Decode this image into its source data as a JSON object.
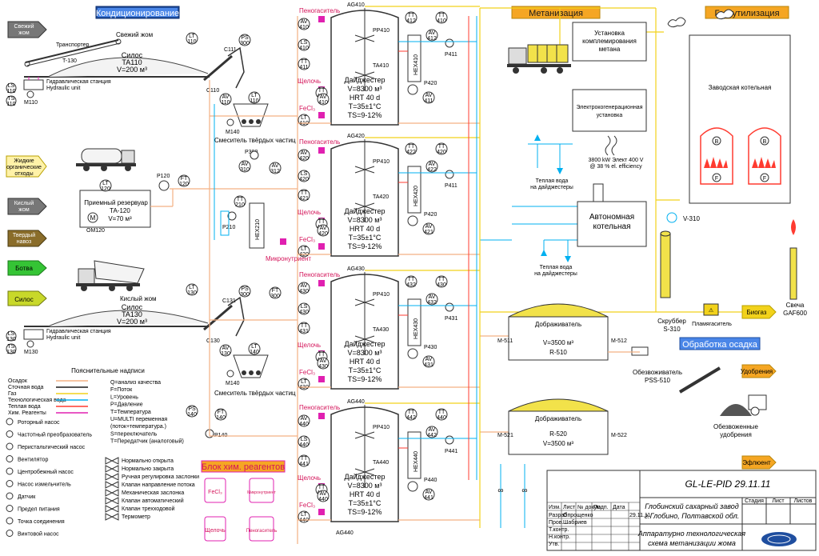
{
  "sections": {
    "conditioning": "Кондиционирование",
    "methanization": "Метанизация",
    "gas_utilization": "Газоутилизация",
    "sludge": "Обработка осадка",
    "chem_block": "Блок хим. реагентов"
  },
  "colors": {
    "sludge": "#f4b183",
    "wastewater": "#1a1a1a",
    "gas": "#f2d21b",
    "process_water": "#00b0f0",
    "warm_water": "#ff3b30",
    "chem": "#e020b0",
    "section_blue": "#1f4e9f",
    "section_orange": "#f5a623"
  },
  "inputs": [
    "Свежий жом",
    "Жидкие органические отходы",
    "Кислый жом",
    "Твердый навоз",
    "Ботва",
    "Силос"
  ],
  "left": {
    "fresh_pulp": "Свежий жом",
    "transporter": "Транспортер",
    "silo1": [
      "Силос",
      "TA110",
      "V=200 м³"
    ],
    "hydraulic1": "Гидравлическая станция",
    "hydraulic_unit1": "Hydraulic unit",
    "m110": "M110",
    "tank": [
      "Приемный резервуар",
      "TA-120",
      "V=70 м³"
    ],
    "om120": "OM120",
    "acid_pulp": "Кислый жом",
    "silo2": [
      "Силос",
      "TA130",
      "V=200 м³"
    ],
    "hydraulic2": "Гидравлическая станция",
    "hydraulic_unit2": "Hydraulic unit",
    "m130": "M130",
    "t130": "T-130",
    "mixer": "Смеситель твёрдых частиц",
    "m140": "M140",
    "c110": "C110",
    "c111": "C111",
    "c130": "C130",
    "c131": "C131",
    "p120": "P120",
    "p140": "P140",
    "p210": "P210",
    "p300": "P300",
    "hex210": "HEX210",
    "micronutrient": "Микронутриент",
    "instruments": [
      {
        "t": "LT",
        "n": "110"
      },
      {
        "t": "PS",
        "n": "300"
      },
      {
        "t": "AV",
        "n": "110"
      },
      {
        "t": "LT",
        "n": "110"
      },
      {
        "t": "LT",
        "n": "120"
      },
      {
        "t": "FT",
        "n": "120"
      },
      {
        "t": "AV",
        "n": "310"
      },
      {
        "t": "AV",
        "n": "312"
      },
      {
        "t": "TT",
        "n": "210"
      },
      {
        "t": "LT",
        "n": "130"
      },
      {
        "t": "PS",
        "n": "300"
      },
      {
        "t": "FT",
        "n": "300"
      },
      {
        "t": "AV",
        "n": "130"
      },
      {
        "t": "LT",
        "n": "140"
      },
      {
        "t": "PS",
        "n": "140"
      },
      {
        "t": "FT",
        "n": "140"
      },
      {
        "t": "LS",
        "n": "110"
      },
      {
        "t": "TS",
        "n": "110"
      },
      {
        "t": "LS",
        "n": "130"
      },
      {
        "t": "TS",
        "n": "130"
      }
    ]
  },
  "digesters": [
    {
      "tag": "TA410",
      "hex": "HEX410",
      "ag": "AG410",
      "pp": "PP410",
      "p": "P411",
      "p2": "P420",
      "tt": "412",
      "av": "412",
      "av2": "411",
      "tt2": "410",
      "name": "Дайджестер",
      "v": "V=8300 м³",
      "hrt": "HRT 40 d",
      "t": "T=35±1°C",
      "ts": "TS=9-12%",
      "foam": "Пеногаситель",
      "alkali": "Щелочь",
      "fecl": "FeCl₃",
      "i": [
        "AV\n410",
        "LS\n410",
        "TT\n411",
        "TT\n410",
        "AV\n410",
        "LT\n410"
      ]
    },
    {
      "tag": "TA420",
      "hex": "HEX420",
      "ag": "AG420",
      "pp": "PP410",
      "p": "P411",
      "p2": "P420",
      "tt": "422",
      "av": "422",
      "av2": "421",
      "tt2": "420",
      "name": "Дайджестер",
      "v": "V=8300 м³",
      "hrt": "HRT 40 d",
      "t": "T=35±1°C",
      "ts": "TS=9-12%",
      "foam": "Пеногаситель",
      "alkali": "Щелочь",
      "fecl": "FeCl₃",
      "i": [
        "AV\n420",
        "LS\n420",
        "TT\n421",
        "TT\n420",
        "AV\n420",
        "LT\n420"
      ]
    },
    {
      "tag": "TA430",
      "hex": "HEX430",
      "ag": "AG430",
      "pp": "PP410",
      "p": "P431",
      "p2": "P430",
      "tt": "432",
      "av": "432",
      "av2": "431",
      "tt2": "430",
      "name": "Дайджестер",
      "v": "V=8300 м³",
      "hrt": "HRT 40 d",
      "t": "T=35±1°C",
      "ts": "TS=9-12%",
      "foam": "Пеногаситель",
      "alkali": "Щелочь",
      "fecl": "FeCl₃",
      "i": [
        "AV\n430",
        "LS\n430",
        "TT\n431",
        "TT\n430",
        "AV\n430",
        "LT\n430"
      ]
    },
    {
      "tag": "TA440",
      "hex": "HEX440",
      "ag": "AG440",
      "pp": "PP410",
      "p": "P441",
      "p2": "P440",
      "tt": "442",
      "av": "442",
      "av2": "441",
      "tt2": "440",
      "name": "Дайджестер",
      "v": "V=8300 м³",
      "hrt": "HRT 40 d",
      "t": "T=35±1°C",
      "ts": "TS=9-12%",
      "foam": "Пеногаситель",
      "alkali": "Щелочь",
      "fecl": "FeCl₃",
      "i": [
        "AV\n440",
        "LS\n440",
        "TT\n441",
        "TT\n440",
        "AV\n440",
        "LT\n440"
      ]
    }
  ],
  "methan": {
    "upgrading": [
      "Установка",
      "комплемирования",
      "метана"
    ],
    "chp": [
      "Электрокогенерационная",
      "установка"
    ],
    "chp_note": [
      "3800 kW Элект 400 V",
      "@ 38 % el. efficiency"
    ],
    "warm_water1": [
      "Теплая вода",
      "на дайджестеры"
    ],
    "boiler": [
      "Автономная",
      "котельная"
    ],
    "warm_water2": [
      "Теплая вода",
      "на дайджестеры"
    ],
    "plant_boiler": "Заводская котельная",
    "v310": "V-310",
    "scrubber": [
      "Скруббер",
      "S-310"
    ],
    "flame": "Пламягаситель",
    "biogas": "Биогаз",
    "candle": [
      "Свеча",
      "GAF600"
    ],
    "post1": {
      "name": "Дображиватель",
      "v": "V=3500 м³",
      "tag": "R-510",
      "m1": "M-511",
      "m2": "M-512"
    },
    "post2": {
      "name": "Дображиватель",
      "tag": "R-520",
      "v": "V=3500 м³",
      "m1": "M-521",
      "m2": "M-522"
    },
    "dewater": [
      "Обезвоживатель",
      "PSS-510"
    ],
    "fert": "Удобрения",
    "fert_dry": [
      "Обезвоженные",
      "удобрения"
    ],
    "effluent": "Эфлюент",
    "ag440": "AG440"
  },
  "legend": {
    "title": "Пояснительные надписи",
    "lines": [
      "Осадок",
      "Сточная вода",
      "Газ",
      "Технологическая вода",
      "Теплая вода",
      "Хим. Реагенты"
    ],
    "symbols": [
      "Роторный насос",
      "Частотный преобразователь",
      "Перистальтический насос",
      "Вентилятор",
      "Центробежный насос",
      "Насос измельчитель",
      "Датчик",
      "Предел питания",
      "Точка соединения",
      "Винтовой насос"
    ],
    "codes": [
      "Q=анализ качества",
      "F=Поток",
      "L=Уровень",
      "P=Давление",
      "T=Температура",
      "U=MULTI переменная",
      "(поток+температура.)",
      "S=переключатель",
      "T=Передатчик (аналоговый)"
    ],
    "valves": [
      "Нормально открыта",
      "Нормально закрыта",
      "Ручная регулировка заслонки",
      "Клапан направление потока",
      "Механическая заслонка",
      "Клапан автоматический",
      "Клапан трехходовой",
      "Термометр"
    ]
  },
  "chem": {
    "tanks": [
      "FeCl₃",
      "Микронутриент",
      "Щелочь",
      "Пеногаситель"
    ]
  },
  "title_block": {
    "code": "GL-LE-PID 29.11.11",
    "plant": [
      "Глобинский сахарный завод",
      "г.Глобино, Полтавской обл."
    ],
    "desc": [
      "Аппаратурно технологическая",
      "схема метанизации жома"
    ],
    "cols": [
      "Изм.",
      "Лист",
      "№ докум.",
      "Подп.",
      "Дата"
    ],
    "rows": [
      "Разраб.",
      "Пров.",
      "Т.контр.",
      "Н.контр.",
      "Утв."
    ],
    "author": "Опрощенко",
    "checker": "Шабриев",
    "date": "29.11.11",
    "stage_cols": [
      "Стадия",
      "Лист",
      "Листов"
    ]
  }
}
